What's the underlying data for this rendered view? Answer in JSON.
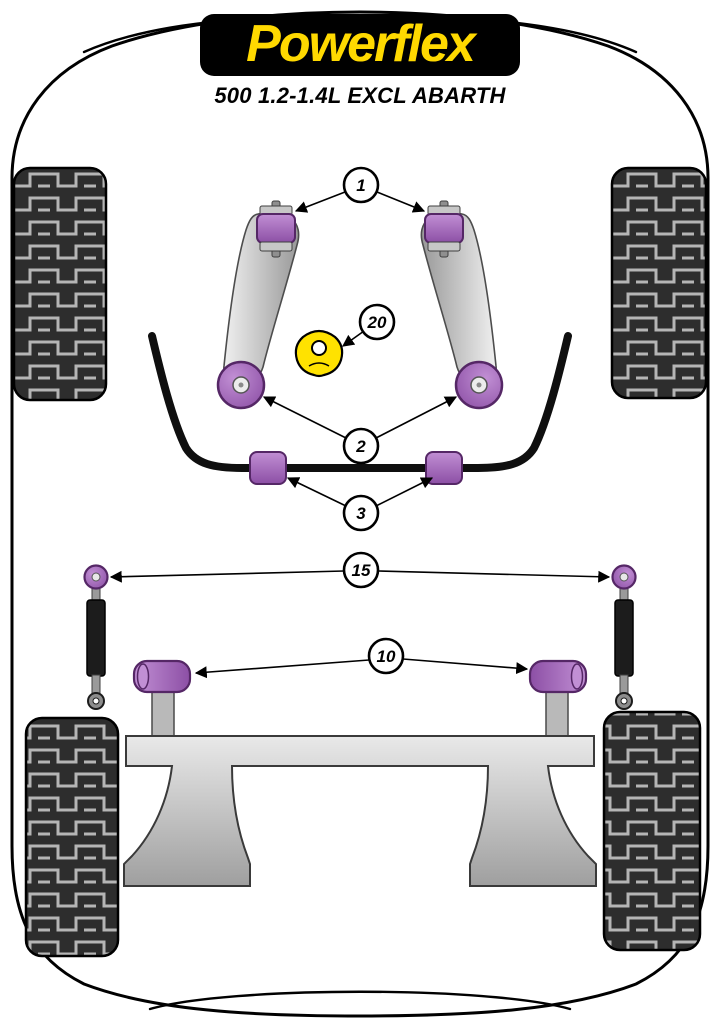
{
  "header": {
    "brand": "Powerflex",
    "subtitle": "500 1.2-1.4L EXCL ABARTH"
  },
  "callouts": [
    {
      "label": "1"
    },
    {
      "label": "20"
    },
    {
      "label": "2"
    },
    {
      "label": "3"
    },
    {
      "label": "15"
    },
    {
      "label": "10"
    }
  ],
  "colors": {
    "brand_yellow": "#ffd900",
    "bushing_purple": "#8c4fa5",
    "bushing_purple_light": "#c18fd4",
    "bushing_purple_dark": "#552766",
    "part_yellow": "#ffe200"
  }
}
